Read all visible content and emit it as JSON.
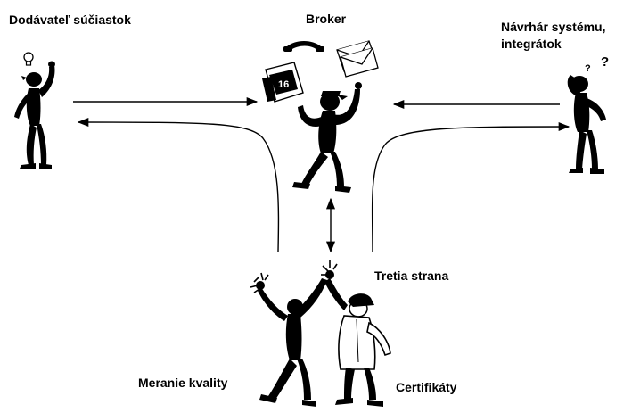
{
  "labels": {
    "supplier": "Dodávateľ súčiastok",
    "broker": "Broker",
    "designer_line1": "Návrhár systému,",
    "designer_line2": "integrátok",
    "third_party": "Tretia strana",
    "quality": "Meranie kvality",
    "certificates": "Certifikáty"
  },
  "glyphs": {
    "question_mark": "?"
  },
  "colors": {
    "ink": "#000000",
    "paper": "#ffffff"
  },
  "icons": [
    "lightbulb-icon",
    "telephone-icon",
    "envelopes-icon",
    "calendar-notes-icon",
    "question-marks-icon",
    "sparkle-icon"
  ]
}
